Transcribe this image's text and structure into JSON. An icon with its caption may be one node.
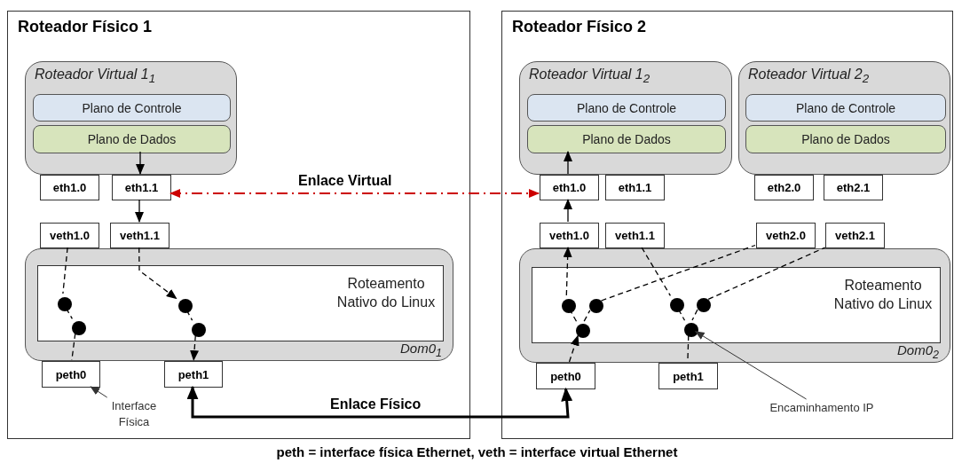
{
  "diagram": {
    "caption": "peth = interface física Ethernet, veth = interface virtual Ethernet",
    "nodes": [
      {
        "text": [
          "Roteador Físico 1"
        ]
      },
      {
        "text": [
          "Roteador Virtual 1$_{1}$"
        ],
        "in": 0
      },
      {
        "text": [
          "Plano de Controle"
        ],
        "in": 1
      },
      {
        "text": [
          "Plano de Dados"
        ],
        "in": 1
      },
      {
        "text": [
          "eth1.0"
        ],
        "in": 0
      },
      {
        "text": [
          "eth1.1"
        ],
        "in": 0
      },
      {
        "text": [
          "Dom0$_{1}$"
        ],
        "in": 0
      },
      {
        "text": [
          "veth1.0"
        ],
        "in": 0
      },
      {
        "text": [
          "veth1.1"
        ],
        "in": 0
      },
      {
        "text": [
          "Roteamento Nativo do Linux"
        ],
        "in": 6
      },
      {
        "text": [],
        "shape": "circle",
        "in": 9
      },
      {
        "text": [],
        "shape": "circle",
        "in": 9
      },
      {
        "text": [],
        "shape": "circle",
        "in": 9
      },
      {
        "text": [],
        "shape": "circle",
        "in": 9
      },
      {
        "text": [
          "peth0"
        ],
        "in": 0
      },
      {
        "text": [
          "peth1"
        ],
        "in": 0
      },
      {
        "text": [
          "Interface Física"
        ],
        "in": 0
      },
      {
        "text": [
          "Roteador Físico 2"
        ]
      },
      {
        "text": [
          "Roteador Virtual 1$_{2}$"
        ],
        "in": 17
      },
      {
        "text": [
          "Plano de Controle"
        ],
        "in": 18
      },
      {
        "text": [
          "Plano de Dados"
        ],
        "in": 18
      },
      {
        "text": [
          "Roteador Virtual 2$_{2}$"
        ],
        "in": 17
      },
      {
        "text": [
          "Plano de Controle"
        ],
        "in": 21
      },
      {
        "text": [
          "Plano de Dados"
        ],
        "in": 21
      },
      {
        "text": [
          "eth1.0"
        ],
        "in": 17
      },
      {
        "text": [
          "eth1.1"
        ],
        "in": 17
      },
      {
        "text": [
          "eth2.0"
        ],
        "in": 17
      },
      {
        "text": [
          "eth2.1"
        ],
        "in": 17
      },
      {
        "text": [
          "Dom0$_{2}$"
        ],
        "in": 17
      },
      {
        "text": [
          "veth1.0"
        ],
        "in": 17
      },
      {
        "text": [
          "veth1.1"
        ],
        "in": 17
      },
      {
        "text": [
          "veth2.0"
        ],
        "in": 17
      },
      {
        "text": [
          "veth2.1"
        ],
        "in": 17
      },
      {
        "text": [
          "Roteamento Nativo do Linux"
        ],
        "in": 28
      },
      {
        "text": [],
        "shape": "circle",
        "in": 33
      },
      {
        "text": [],
        "shape": "circle",
        "in": 33
      },
      {
        "text": [],
        "shape": "circle",
        "in": 33
      },
      {
        "text": [],
        "shape": "circle",
        "in": 33
      },
      {
        "text": [],
        "shape": "circle",
        "in": 33
      },
      {
        "text": [],
        "shape": "circle",
        "in": 33
      },
      {
        "text": [
          "peth0"
        ],
        "in": 17
      },
      {
        "text": [
          "peth1"
        ],
        "in": 17
      },
      {
        "text": [
          "Encaminhamento IP"
        ],
        "in": 17
      }
    ],
    "edges": [
      {
        "from": 3,
        "to": 5,
        "arrow": "to"
      },
      {
        "from": 5,
        "to": 8,
        "arrow": "to"
      },
      {
        "from": 5,
        "to": 24,
        "arrow": "both",
        "label": "Enlace Virtual",
        "style": "dashed",
        "color": "#cc0000"
      },
      {
        "from": 7,
        "to": 10,
        "arrow": "none",
        "style": "dashed"
      },
      {
        "from": 10,
        "to": 11,
        "arrow": "none",
        "style": "dashed"
      },
      {
        "from": 11,
        "to": 14,
        "arrow": "none",
        "style": "dashed"
      },
      {
        "from": 8,
        "to": 12,
        "arrow": "to",
        "style": "dashed"
      },
      {
        "from": 12,
        "to": 13,
        "arrow": "none",
        "style": "dashed"
      },
      {
        "from": 13,
        "to": 15,
        "arrow": "to",
        "style": "dashed"
      },
      {
        "from": 16,
        "to": 14,
        "arrow": "to"
      },
      {
        "from": 15,
        "to": 40,
        "arrow": "both",
        "label": "Enlace Físico",
        "style": "thick"
      },
      {
        "from": 40,
        "to": 36,
        "arrow": "to",
        "style": "dashed"
      },
      {
        "from": 36,
        "to": 34,
        "arrow": "none",
        "style": "dashed"
      },
      {
        "from": 36,
        "to": 35,
        "arrow": "none",
        "style": "dashed"
      },
      {
        "from": 34,
        "to": 29,
        "arrow": "to",
        "style": "dashed"
      },
      {
        "from": 29,
        "to": 24,
        "arrow": "to"
      },
      {
        "from": 24,
        "to": 20,
        "arrow": "to"
      },
      {
        "from": 35,
        "to": 31,
        "arrow": "none",
        "style": "dashed"
      },
      {
        "from": 30,
        "to": 37,
        "arrow": "none",
        "style": "dashed"
      },
      {
        "from": 37,
        "to": 39,
        "arrow": "none",
        "style": "dashed"
      },
      {
        "from": 38,
        "to": 39,
        "arrow": "none",
        "style": "dashed"
      },
      {
        "from": 39,
        "to": 41,
        "arrow": "none",
        "style": "dashed"
      },
      {
        "from": 38,
        "to": 32,
        "arrow": "none",
        "style": "dashed"
      },
      {
        "from": 42,
        "to": 39,
        "arrow": "to"
      }
    ]
  }
}
